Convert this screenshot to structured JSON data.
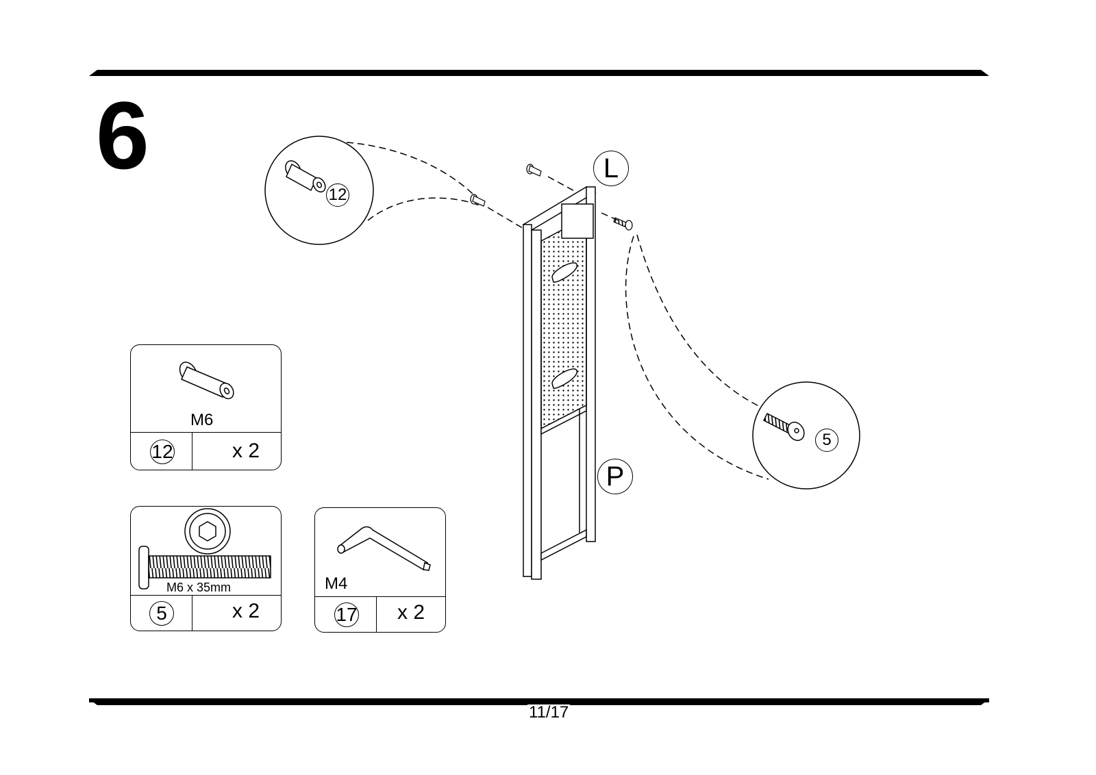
{
  "step": {
    "number": "6"
  },
  "footer": {
    "page": "11/17"
  },
  "callouts": {
    "panel_top": "L",
    "panel_bottom": "P"
  },
  "detail_circles": {
    "dowel_id": "12",
    "bolt_id": "5"
  },
  "parts": [
    {
      "id": "12",
      "size": "M6",
      "quantity": "x 2"
    },
    {
      "id": "5",
      "size": "M6 x 35mm",
      "quantity": "x 2"
    },
    {
      "id": "17",
      "size": "M4",
      "quantity": "x 2"
    }
  ]
}
